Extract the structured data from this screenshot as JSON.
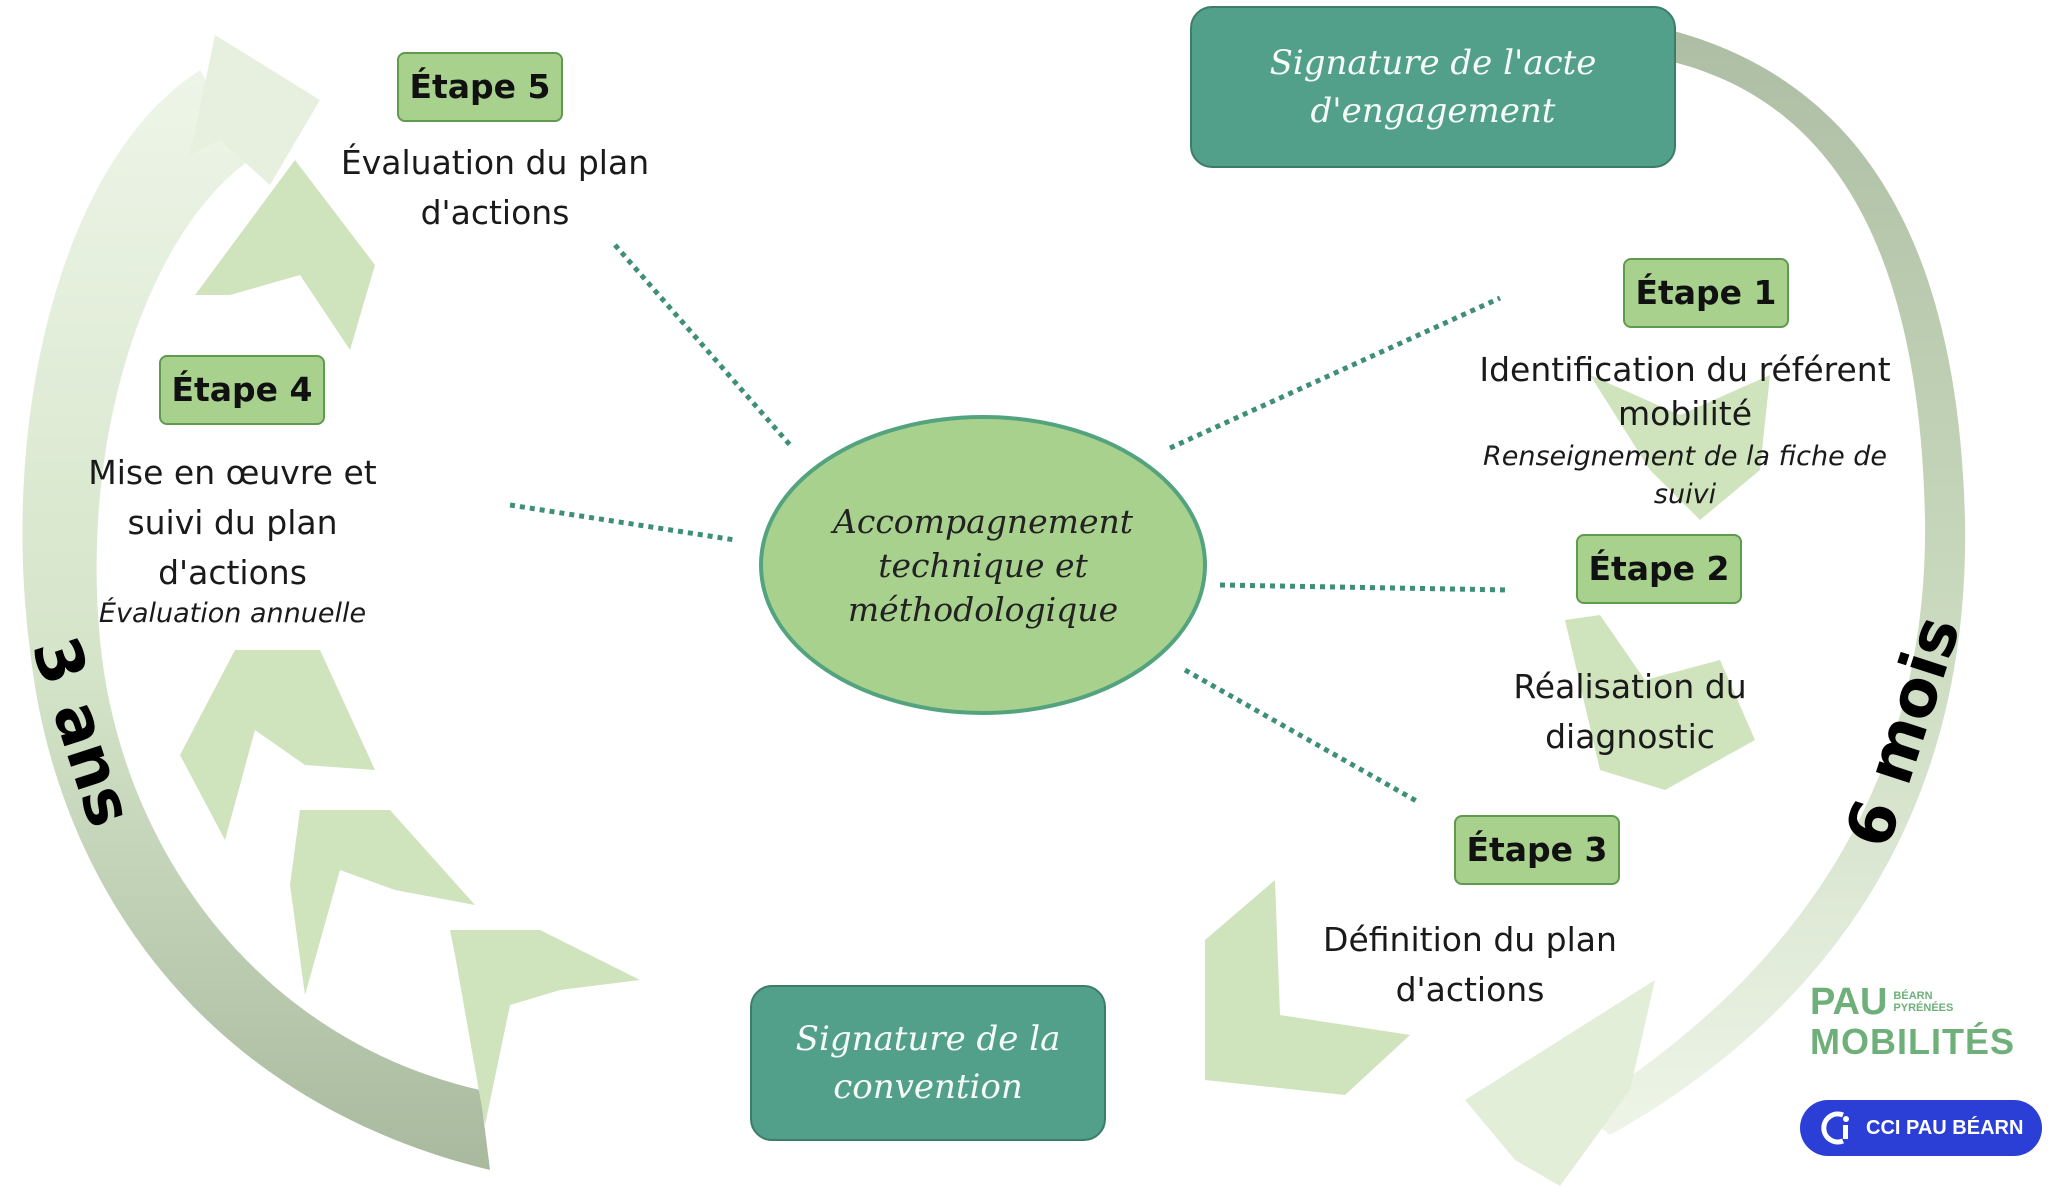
{
  "center": {
    "lines": [
      "Accompagnement",
      "technique et",
      "méthodologique"
    ]
  },
  "signatures": {
    "engagement": [
      "Signature de l'acte",
      "d'engagement"
    ],
    "convention": [
      "Signature de la",
      "convention"
    ]
  },
  "steps": [
    {
      "badge": "Étape 1",
      "lines": [
        "Identification du référent",
        "mobilité"
      ],
      "sub": [
        "Renseignement de la fiche de",
        "suivi"
      ]
    },
    {
      "badge": "Étape 2",
      "lines": [
        "Réalisation du",
        "diagnostic"
      ]
    },
    {
      "badge": "Étape 3",
      "lines": [
        "Définition du plan",
        "d'actions"
      ]
    },
    {
      "badge": "Étape 4",
      "lines": [
        "Mise en œuvre et",
        "suivi du plan",
        "d'actions"
      ],
      "sub": [
        "Évaluation annuelle"
      ]
    },
    {
      "badge": "Étape 5",
      "lines": [
        "Évaluation du plan",
        "d'actions"
      ]
    }
  ],
  "durations": {
    "left": "3 ans",
    "right": "6 mois"
  },
  "logos": {
    "pau_mobilites": {
      "main": "PAU",
      "tag1": "BÉARN",
      "tag2": "PYRÉNÉES",
      "word": "MOBILITÉS"
    },
    "cci": {
      "label": "CCI PAU BÉARN"
    }
  },
  "colors": {
    "teal": "#52a08a",
    "badge": "#a9d18e",
    "ellipse": "#a9d18e",
    "chevron": "#cfe3bd",
    "arc_dark": "#aebda5",
    "arc_light": "#e4efdb",
    "dots": "#3f8f78",
    "cci_blue": "#2b3fd6"
  }
}
